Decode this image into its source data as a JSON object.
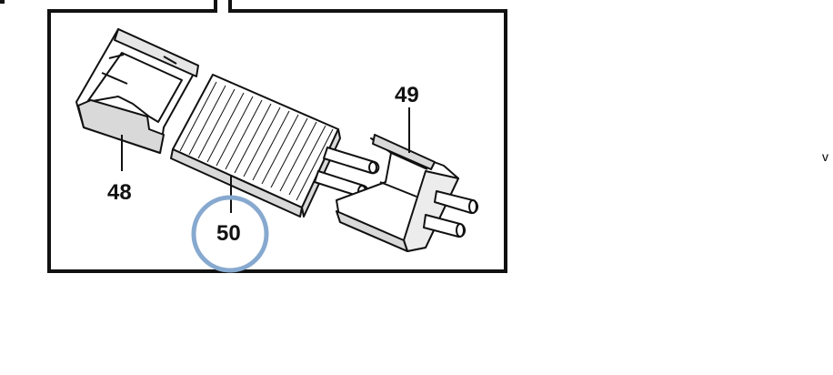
{
  "diagram": {
    "labels": {
      "part_48": "48",
      "part_49": "49",
      "part_50": "50"
    },
    "highlighted_part": "50",
    "colors": {
      "outline": "#111111",
      "highlight_ring": "#87a9cf",
      "fill": "#ffffff",
      "shade": "#d9d9d9"
    }
  },
  "side_text": "v"
}
